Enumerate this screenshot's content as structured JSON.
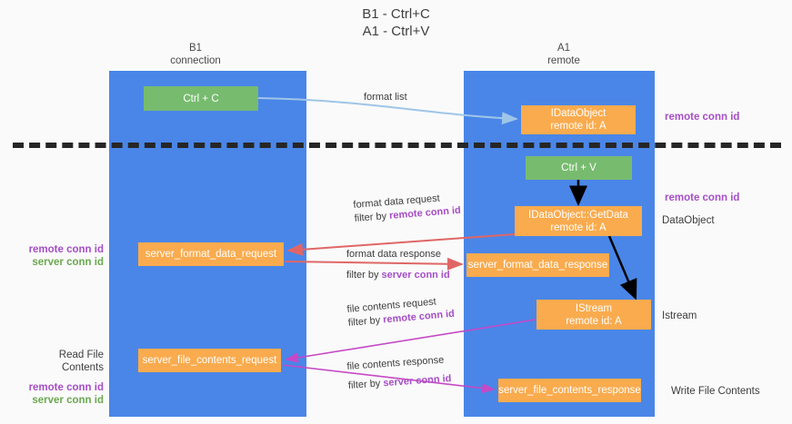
{
  "title": {
    "line1": "B1 - Ctrl+C",
    "line2": "A1 - Ctrl+V"
  },
  "columns": [
    {
      "name": "B1",
      "sub": "connection"
    },
    {
      "name": "A1",
      "sub": "remote"
    }
  ],
  "boxes": {
    "ctrl_c": {
      "label": "Ctrl + C",
      "color": "#77bb6f"
    },
    "idataobject": {
      "label": "IDataObject",
      "sub": "remote id: A",
      "color": "#f9ab4e"
    },
    "ctrl_v": {
      "label": "Ctrl + V",
      "color": "#77bb6f"
    },
    "getdata": {
      "label": "IDataObject::GetData",
      "sub": "remote id: A",
      "color": "#f9ab4e"
    },
    "server_format_data_request": {
      "label": "server_format_data_request",
      "color": "#f9ab4e"
    },
    "server_format_data_response": {
      "label": "server_format_data_response",
      "color": "#f9ab4e"
    },
    "istream": {
      "label": "IStream",
      "sub": "remote id: A",
      "color": "#f9ab4e"
    },
    "server_file_contents_request": {
      "label": "server_file_contents_request",
      "color": "#f9ab4e"
    },
    "server_file_contents_response": {
      "label": "server_file_contents_response",
      "color": "#f9ab4e"
    }
  },
  "flows": {
    "format_list": {
      "label": "format list"
    },
    "format_data_request": {
      "label": "format data request",
      "filter_prefix": "filter by ",
      "filter_key": "remote conn id"
    },
    "format_data_response": {
      "label": "format data response",
      "filter_prefix": "filter by ",
      "filter_key": "server conn id"
    },
    "file_contents_request": {
      "label": "file contents request",
      "filter_prefix": "filter by ",
      "filter_key": "remote conn id"
    },
    "file_contents_response": {
      "label": "file contents response",
      "filter_prefix": "filter by ",
      "filter_key": "server conn id"
    }
  },
  "annotations": {
    "right_remote_1": "remote conn id",
    "right_remote_2": "remote conn id",
    "right_dataobject": "DataObject",
    "right_istream": "Istream",
    "right_write": "Write File Contents",
    "left_remote": "remote conn id",
    "left_server": "server conn id",
    "left_readfile": "Read File Contents",
    "left_remote_2": "remote conn id",
    "left_server_2": "server conn id"
  },
  "colors": {
    "lane": "#4a86e8",
    "green_box": "#77bb6f",
    "orange_box": "#f9ab4e",
    "purple_text": "#a64ec6",
    "green_text": "#6aa84f",
    "arrow_blue": "#9fc5e8",
    "arrow_red": "#e06666",
    "arrow_magenta": "#c649c6",
    "arrow_black": "#000000",
    "separator": "#262626",
    "background": "#fafafa"
  }
}
